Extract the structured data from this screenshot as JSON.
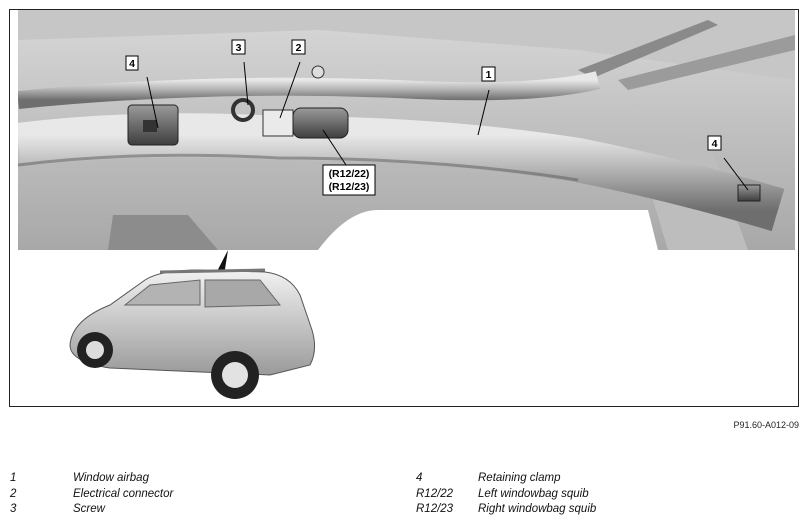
{
  "figure": {
    "callouts": {
      "c1": "1",
      "c2": "2",
      "c3": "3",
      "c4a": "4",
      "c4b": "4",
      "r12_22": "(R12/22)",
      "r12_23": "(R12/23)"
    },
    "figure_id": "P91.60-A012-09"
  },
  "legend": {
    "items": [
      {
        "num": "1",
        "label": "Window airbag"
      },
      {
        "num": "2",
        "label": "Electrical connector"
      },
      {
        "num": "3",
        "label": "Screw"
      },
      {
        "num": "4",
        "label": "Retaining clamp"
      },
      {
        "num": "R12/22",
        "label": "Left windowbag squib"
      },
      {
        "num": "R12/23",
        "label": "Right windowbag squib"
      }
    ]
  }
}
